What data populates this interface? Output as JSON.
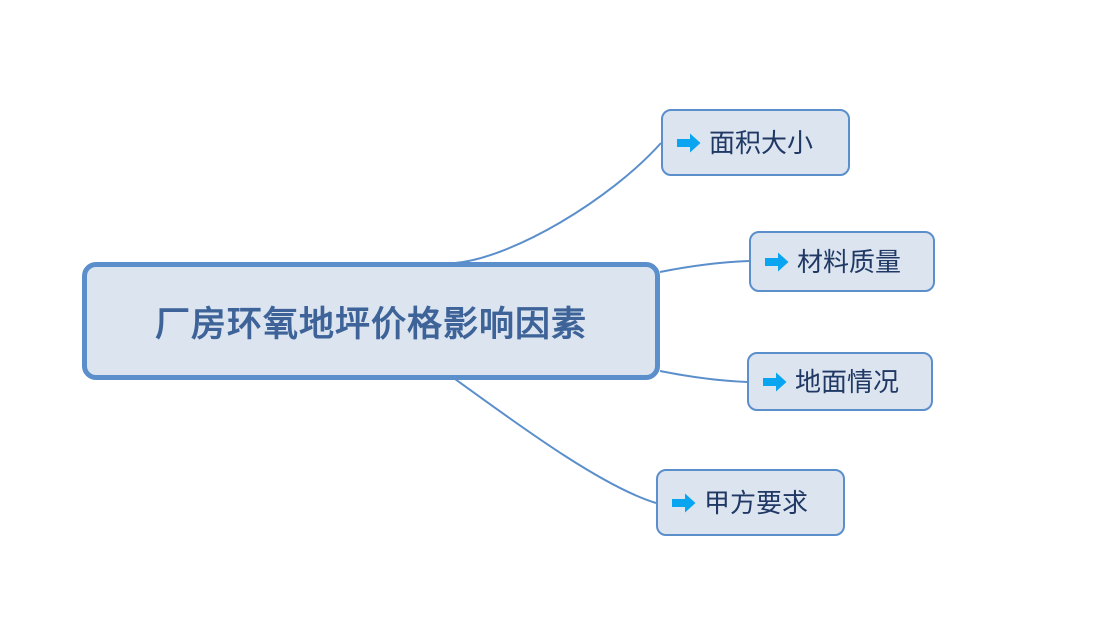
{
  "diagram": {
    "type": "mind-map",
    "background_color": "#ffffff",
    "node_fill_color": "#dce4f0",
    "node_border_color": "#5b8fcb",
    "connector_color": "#5b8fcb",
    "central_text_color": "#3d6399",
    "branch_text_color": "#1f3864",
    "arrow_icon_color": "#09a5f0",
    "central": {
      "label": "厂房环氧地坪价格影响因素"
    },
    "branches": [
      {
        "label": "面积大小",
        "icon": "arrow-right-icon"
      },
      {
        "label": "材料质量",
        "icon": "arrow-right-icon"
      },
      {
        "label": "地面情况",
        "icon": "arrow-right-icon"
      },
      {
        "label": "甲方要求",
        "icon": "arrow-right-icon"
      }
    ]
  }
}
